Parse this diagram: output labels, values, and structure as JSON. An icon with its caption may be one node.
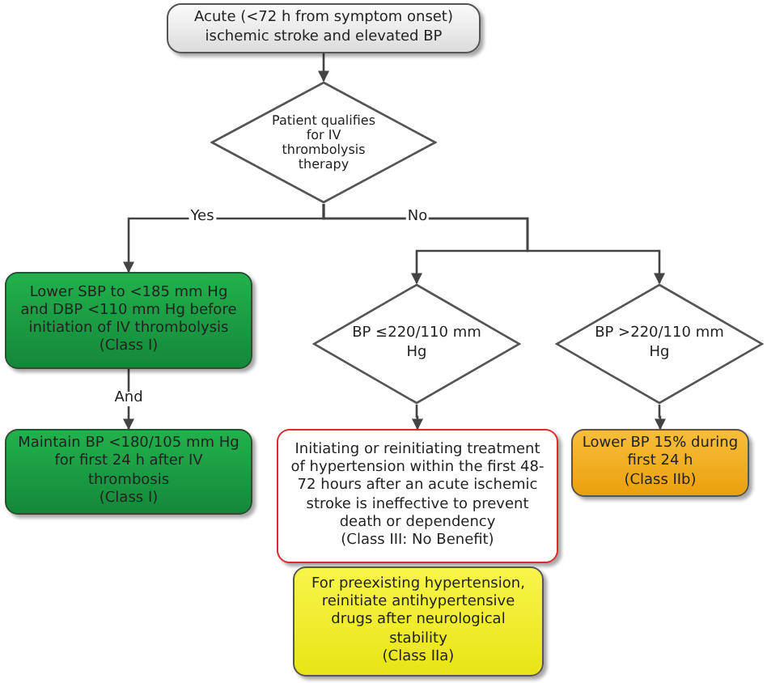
{
  "diagram": {
    "nodes": [
      {
        "text": [
          "Acute (<72 h from symptom onset) ischemic stroke and elevated BP"
        ]
      },
      {
        "text": [
          "Patient qualifies for IV thrombolysis therapy"
        ]
      },
      {
        "text": [
          "Lower SBP to <185 mm Hg and DBP <110 mm Hg before initiation of IV thrombolysis",
          "(Class I)"
        ]
      },
      {
        "text": [
          "Maintain BP <180/105 mm Hg for first 24 h after IV thrombosis",
          "(Class I)"
        ]
      },
      {
        "text": [
          "BP ≤220/110 mm Hg"
        ]
      },
      {
        "text": [
          "BP >220/110 mm Hg"
        ]
      },
      {
        "text": [
          "Initiating or reinitiating treatment of hypertension within the first 48-72 hours after an acute ischemic stroke is ineffective to prevent death or dependency",
          "(Class III: No Benefit)"
        ]
      },
      {
        "text": [
          "Lower BP 15% during first 24 h",
          "(Class IIb)"
        ]
      },
      {
        "text": [
          "For preexisting hypertension, reinitiate antihypertensive drugs after neurological stability",
          "(Class IIa)"
        ]
      }
    ],
    "edges": [
      {
        "from": 0,
        "to": 1,
        "arrow": "to"
      },
      {
        "from": 1,
        "to": 2,
        "arrow": "to",
        "label": "Yes"
      },
      {
        "from": 1,
        "to": 4,
        "arrow": "to",
        "label": "No"
      },
      {
        "from": 1,
        "to": 5,
        "arrow": "to"
      },
      {
        "from": 2,
        "to": 3,
        "arrow": "to",
        "label": "And"
      },
      {
        "from": 4,
        "to": 6,
        "arrow": "to"
      },
      {
        "from": 5,
        "to": 7,
        "arrow": "to"
      }
    ]
  }
}
